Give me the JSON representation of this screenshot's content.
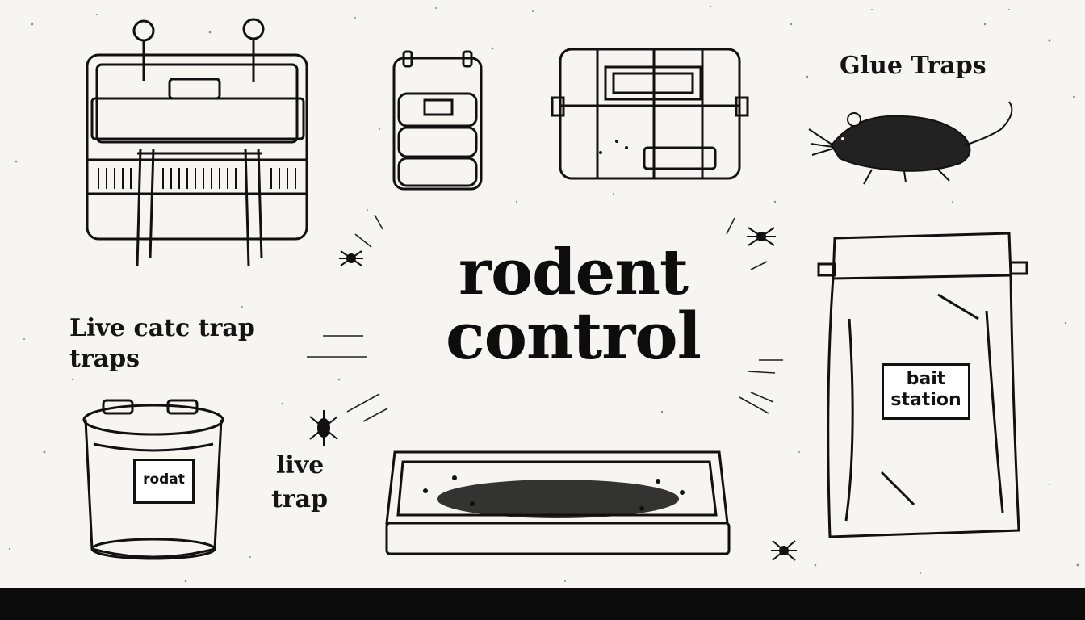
{
  "title": {
    "line1": "rodent",
    "line2": "control"
  },
  "labels": {
    "glue_traps": "Glue Traps",
    "live_catch_line1": "Live catc trap",
    "live_catch_line2": "traps",
    "live_trap_line1": "live",
    "live_trap_line2": "trap"
  },
  "tags": {
    "canister": "rodat",
    "bait_line1": "bait",
    "bait_line2": "station"
  },
  "colors": {
    "ink": "#111111",
    "paper": "#f6f5f1",
    "bottom_bar": "#0b0b0b"
  }
}
